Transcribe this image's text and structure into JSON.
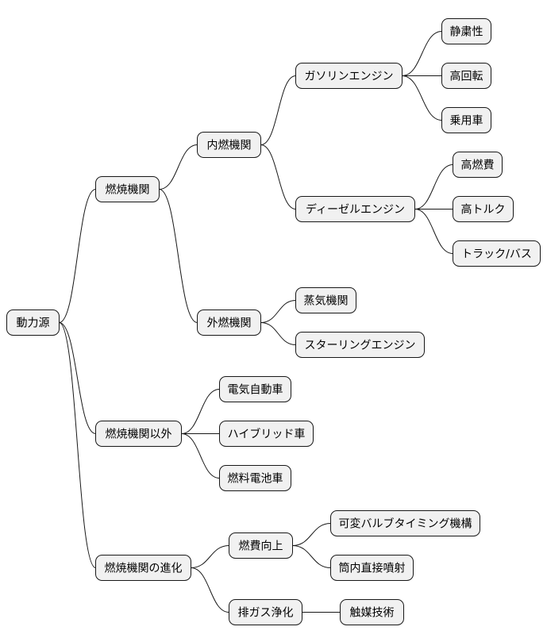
{
  "mindmap": {
    "root": {
      "label": "動力源",
      "children": [
        {
          "label": "燃焼機関",
          "children": [
            {
              "label": "内燃機関",
              "children": [
                {
                  "label": "ガソリンエンジン",
                  "children": [
                    {
                      "label": "静粛性"
                    },
                    {
                      "label": "高回転"
                    },
                    {
                      "label": "乗用車"
                    }
                  ]
                },
                {
                  "label": "ディーゼルエンジン",
                  "children": [
                    {
                      "label": "高燃費"
                    },
                    {
                      "label": "高トルク"
                    },
                    {
                      "label": "トラック/バス"
                    }
                  ]
                }
              ]
            },
            {
              "label": "外燃機関",
              "children": [
                {
                  "label": "蒸気機関"
                },
                {
                  "label": "スターリングエンジン"
                }
              ]
            }
          ]
        },
        {
          "label": "燃焼機関以外",
          "children": [
            {
              "label": "電気自動車"
            },
            {
              "label": "ハイブリッド車"
            },
            {
              "label": "燃料電池車"
            }
          ]
        },
        {
          "label": "燃焼機関の進化",
          "children": [
            {
              "label": "燃費向上",
              "children": [
                {
                  "label": "可変バルブタイミング機構"
                },
                {
                  "label": "筒内直接噴射"
                }
              ]
            },
            {
              "label": "排ガス浄化",
              "children": [
                {
                  "label": "触媒技術"
                }
              ]
            }
          ]
        }
      ]
    }
  }
}
